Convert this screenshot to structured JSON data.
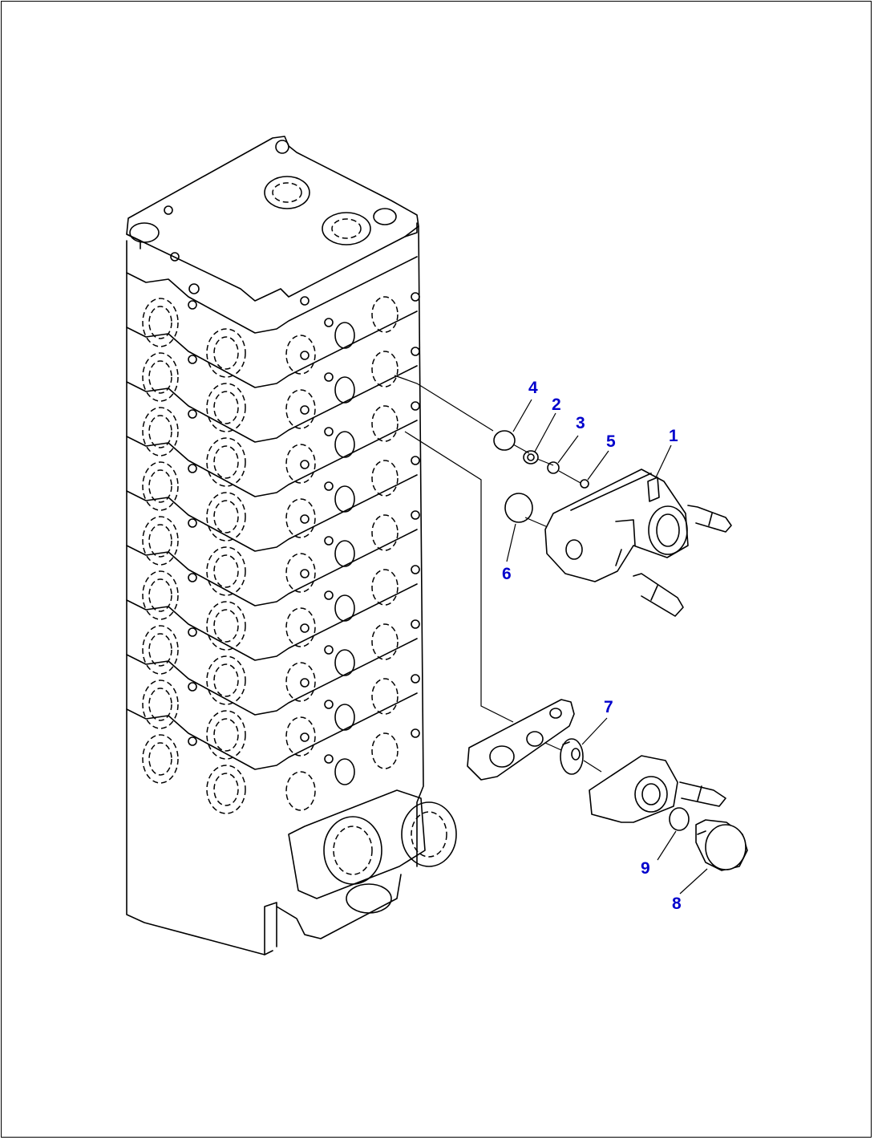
{
  "diagram": {
    "callout_color": "#0000cc",
    "line_color": "#000000",
    "callouts": [
      {
        "id": "1",
        "label": "1"
      },
      {
        "id": "2",
        "label": "2"
      },
      {
        "id": "3",
        "label": "3"
      },
      {
        "id": "4",
        "label": "4"
      },
      {
        "id": "5",
        "label": "5"
      },
      {
        "id": "6",
        "label": "6"
      },
      {
        "id": "7",
        "label": "7"
      },
      {
        "id": "8",
        "label": "8"
      },
      {
        "id": "9",
        "label": "9"
      }
    ]
  }
}
